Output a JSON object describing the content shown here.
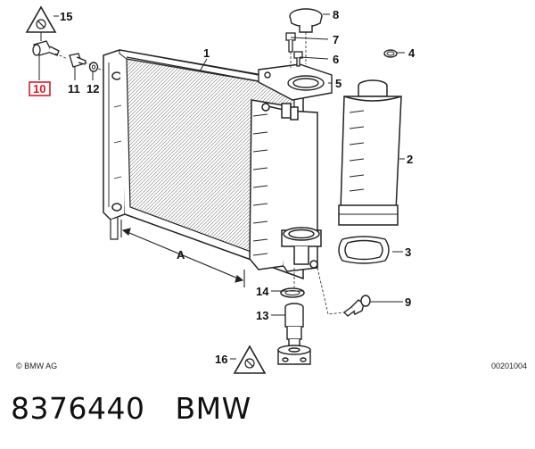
{
  "callouts": {
    "c1": "1",
    "c2": "2",
    "c3": "3",
    "c4": "4",
    "c5": "5",
    "c6": "6",
    "c7": "7",
    "c8": "8",
    "c9": "9",
    "c10": "10",
    "c11": "11",
    "c12": "12",
    "c13": "13",
    "c14": "14",
    "c15": "15",
    "c16": "16"
  },
  "dimension_label": "A",
  "copyright": "© BMW AG",
  "drawing_number": "00201004",
  "caption": {
    "part_number": "8376440",
    "brand": "BMW"
  },
  "colors": {
    "highlight": "#d21f2b",
    "line": "#222222"
  }
}
